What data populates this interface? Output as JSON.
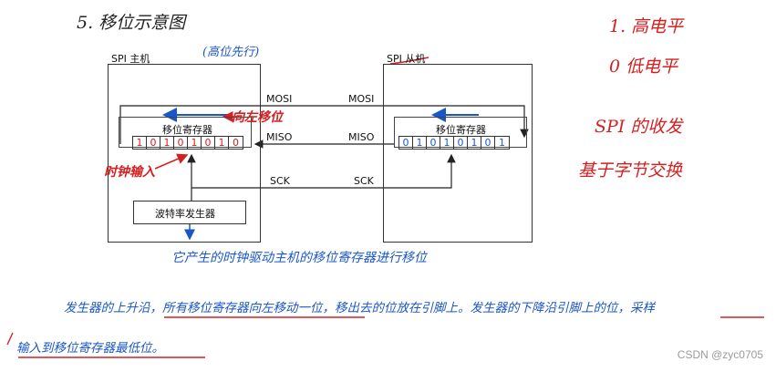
{
  "heading": "5. 移位示意图",
  "notes_right": {
    "line1": "1. 高电平",
    "line2": "0  低电平",
    "line3": "SPI 的收发",
    "line4": "基于字节交换"
  },
  "master": {
    "title": "SPI 主机",
    "annotation": "(高位先行)",
    "register_label": "移位寄存器",
    "bits": [
      "1",
      "0",
      "1",
      "0",
      "1",
      "0",
      "1",
      "0"
    ],
    "baud_label": "波特率发生器"
  },
  "slave": {
    "title": "SPI 从机",
    "register_label": "移位寄存器",
    "bits": [
      "0",
      "1",
      "0",
      "1",
      "0",
      "1",
      "0",
      "1"
    ]
  },
  "signals": {
    "mosi_master": "MOSI",
    "mosi_slave": "MOSI",
    "miso_master": "MISO",
    "miso_slave": "MISO",
    "sck_master": "SCK",
    "sck_slave": "SCK"
  },
  "annotations": {
    "shift_left": "向左移位",
    "clock_input": "时钟输入",
    "generator_note": "它产生的时钟驱动主机的移位寄存器进行移位",
    "bottom_line1": "发生器的上升沿，所有移位寄存器向左移动一位，移出去的位放在引脚上。发生器的下降沿引脚上的位，采样",
    "bottom_line2": "输入到移位寄存器最低位。"
  },
  "watermark": "CSDN @zyc0705",
  "colors": {
    "red": "#d42020",
    "blue": "#1a56c8",
    "black": "#222222"
  }
}
